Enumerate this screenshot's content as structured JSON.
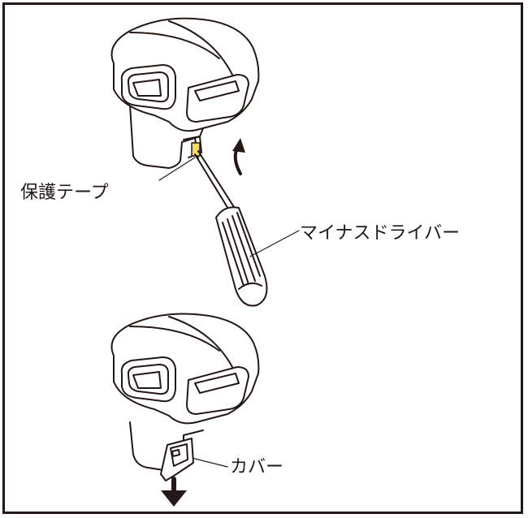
{
  "callouts": {
    "protective_tape": "保護テープ",
    "flathead_screwdriver": "マイナスドライバー",
    "cover": "カバー"
  },
  "colors": {
    "line": "#231815",
    "tape_fill": "#f5dc6a",
    "background": "#ffffff"
  },
  "icons": {
    "rotate_direction": "curved-arrow-up-icon",
    "pull_direction": "down-arrow-icon"
  }
}
